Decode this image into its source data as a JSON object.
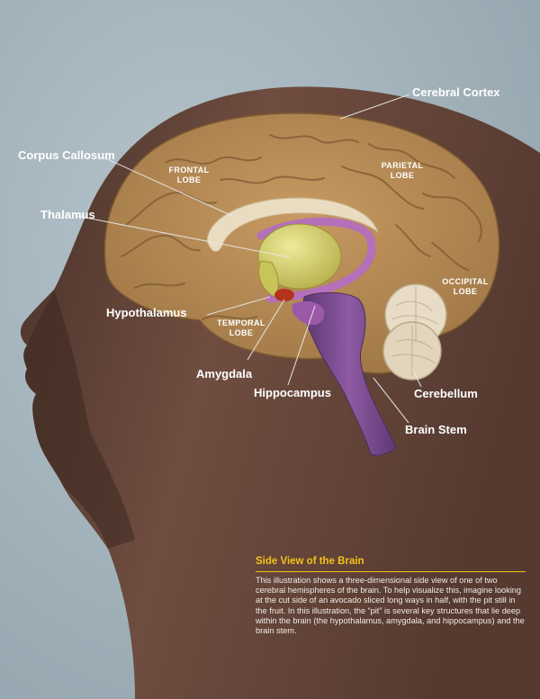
{
  "labels": {
    "cerebral_cortex": "Cerebral Cortex",
    "corpus_callosum": "Corpus Callosum",
    "frontal_lobe_1": "FRONTAL",
    "frontal_lobe_2": "LOBE",
    "parietal_lobe_1": "PARIETAL",
    "parietal_lobe_2": "LOBE",
    "thalamus": "Thalamus",
    "occipital_lobe_1": "OCCIPITAL",
    "occipital_lobe_2": "LOBE",
    "hypothalamus": "Hypothalamus",
    "temporal_lobe_1": "TEMPORAL",
    "temporal_lobe_2": "LOBE",
    "amygdala": "Amygdala",
    "hippocampus": "Hippocampus",
    "cerebellum": "Cerebellum",
    "brain_stem": "Brain Stem"
  },
  "caption": {
    "title": "Side View of the Brain",
    "body": "This illustration shows a three-dimensional side view of one of two cerebral hemispheres of the brain. To help visualize this, imagine looking at the cut side of an avocado sliced long ways in half, with the pit still in the fruit. In this illustration, the “pit” is several key structures that lie deep within the brain (the hypothalamus, amygdala, and hippocampus) and the brain stem."
  },
  "colors": {
    "background": "#9fb0ba",
    "skin": "#6b4a3d",
    "cortex": "#b48a55",
    "corpus_callosum": "#eadcc0",
    "thalamus": "#d4d06a",
    "hippocampus": "#b470b8",
    "brain_stem": "#7b4a8e",
    "amygdala": "#b3331f",
    "cerebellum": "#e8dcc6",
    "caption_title": "#f3c21c"
  }
}
